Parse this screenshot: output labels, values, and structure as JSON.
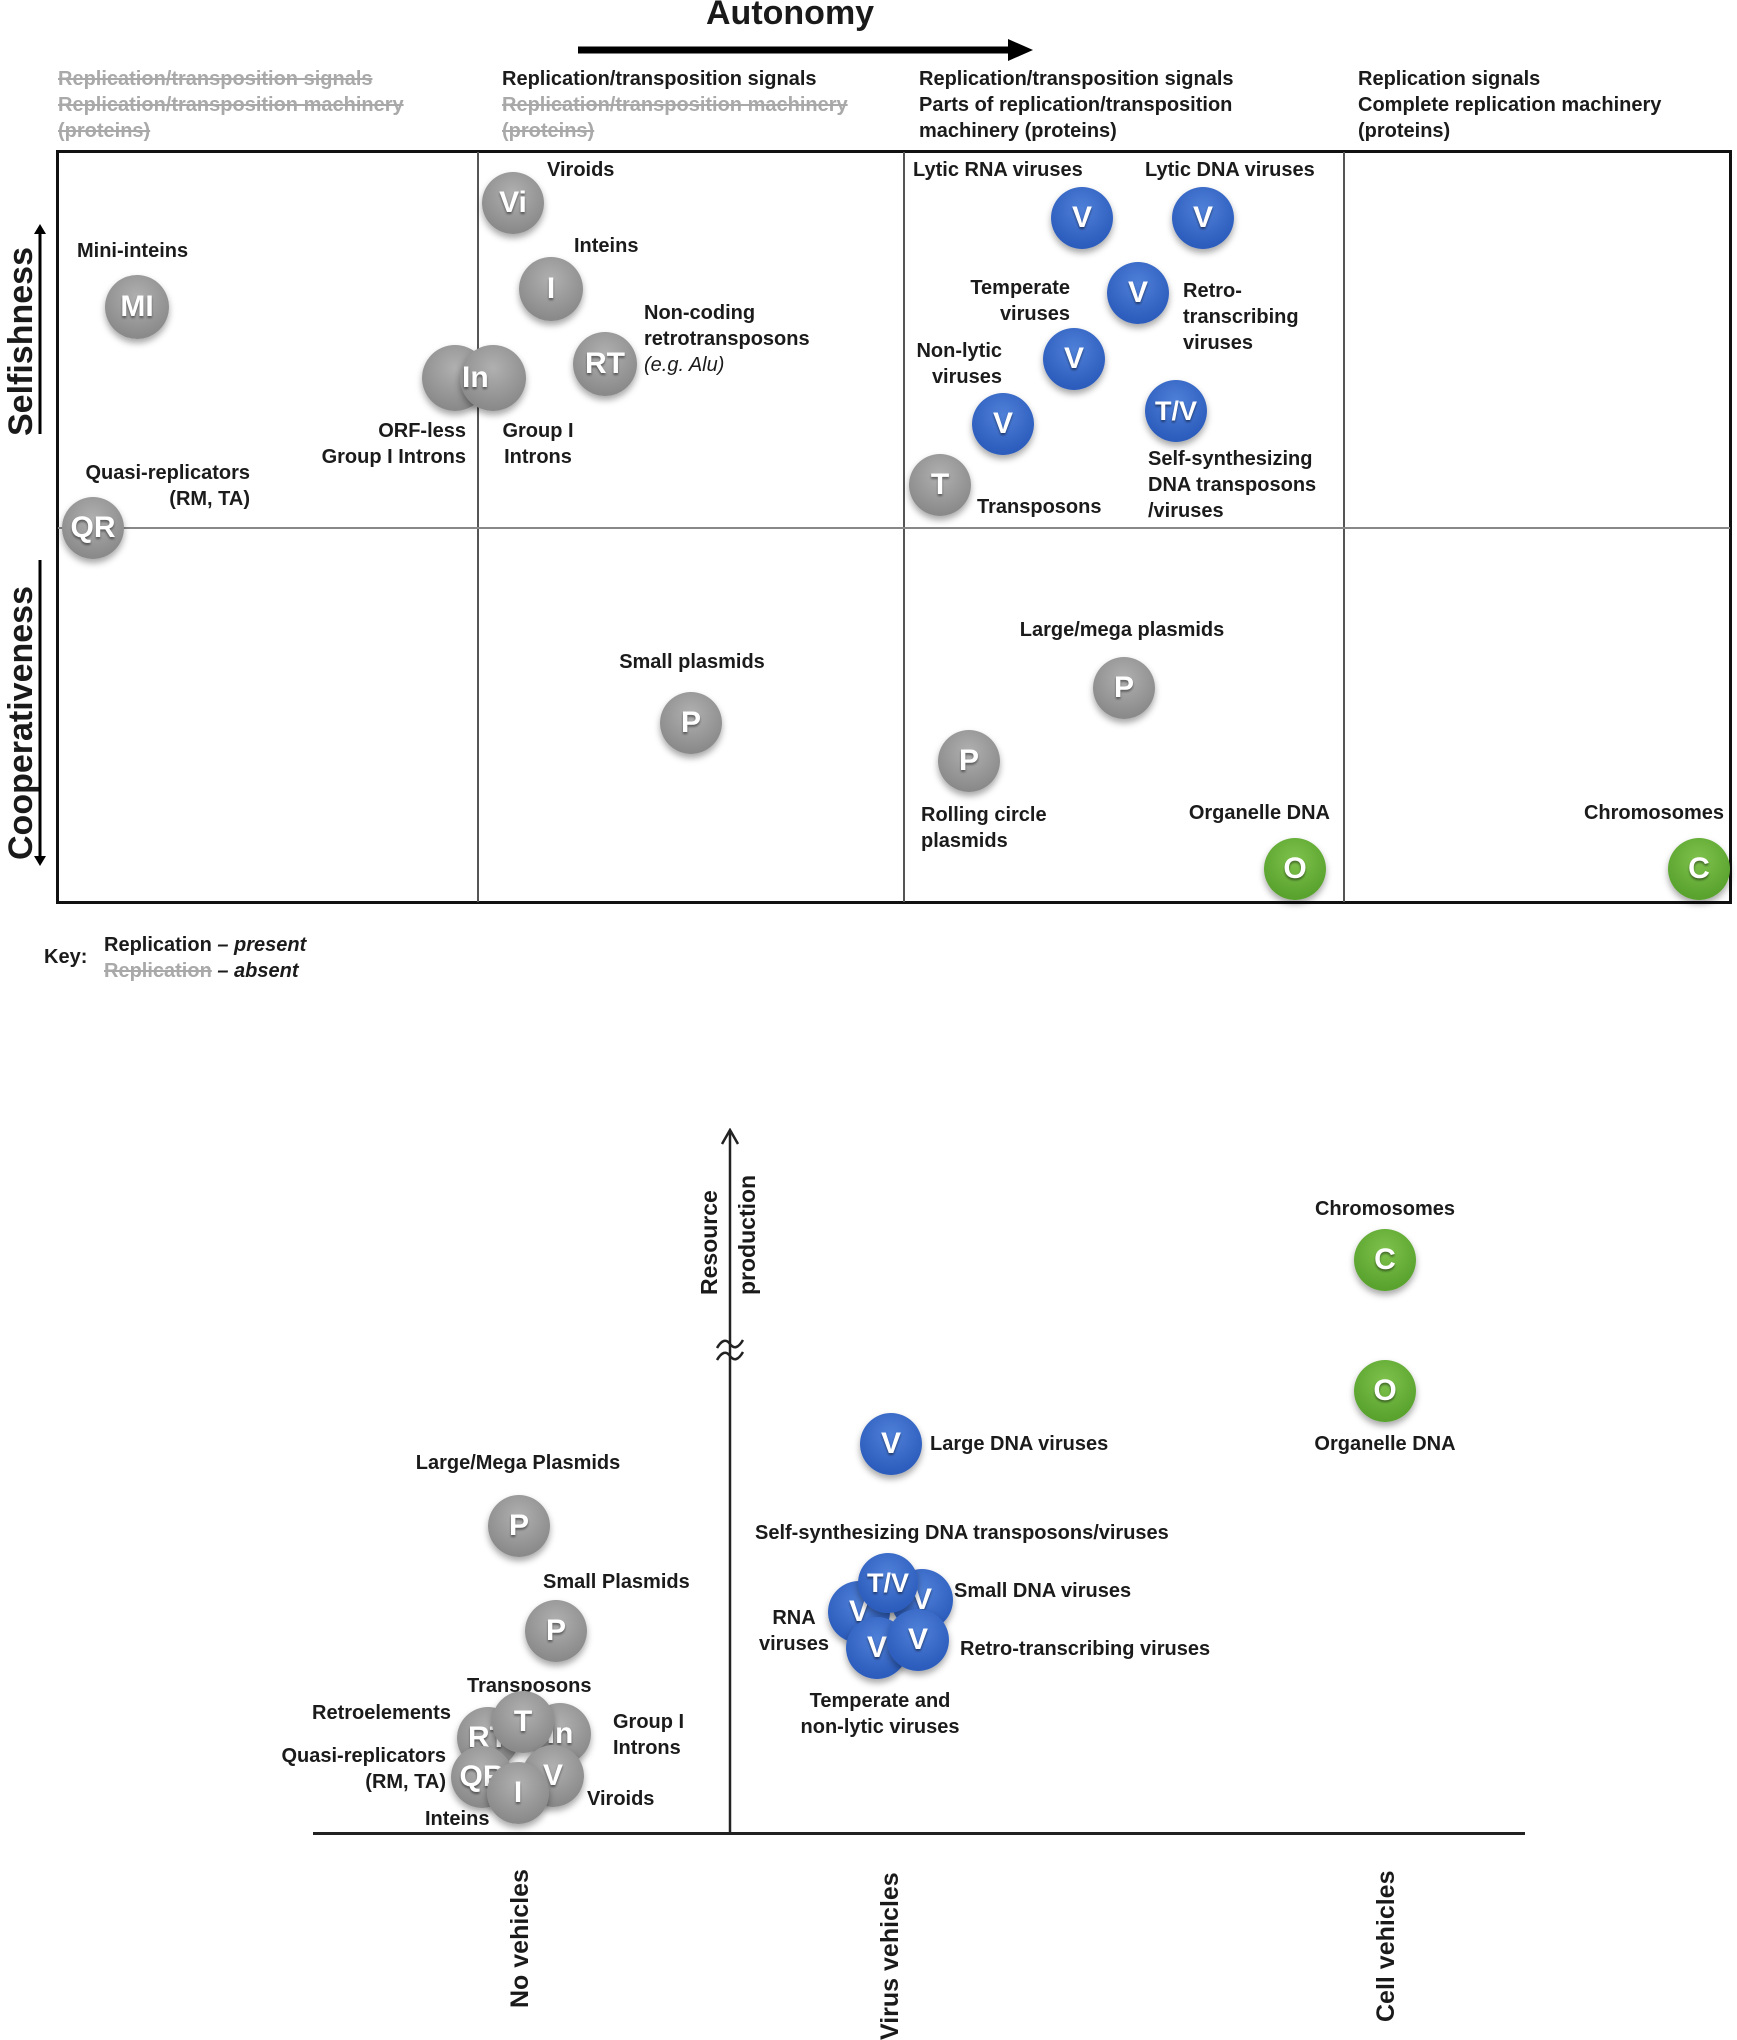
{
  "top_panel": {
    "autonomy_label": "Autonomy",
    "y_axis_up": "Selfishness",
    "y_axis_down": "Cooperativeness",
    "columns": [
      {
        "lines": [
          {
            "text": "Replication/transposition signals",
            "present": false
          },
          {
            "text": "Replication/transposition machinery",
            "present": false
          },
          {
            "text": "(proteins)",
            "present": false
          }
        ]
      },
      {
        "lines": [
          {
            "text": "Replication/transposition signals",
            "present": true
          },
          {
            "text": "Replication/transposition machinery",
            "present": false
          },
          {
            "text": "(proteins)",
            "present": false
          }
        ]
      },
      {
        "lines": [
          {
            "text": "Replication/transposition signals",
            "present": true
          },
          {
            "text": "Parts of replication/transposition",
            "present": true
          },
          {
            "text": "machinery (proteins)",
            "present": true
          }
        ]
      },
      {
        "lines": [
          {
            "text": "Replication signals",
            "present": true
          },
          {
            "text": "Complete replication machinery",
            "present": true
          },
          {
            "text": "(proteins)",
            "present": true
          }
        ]
      }
    ],
    "nodes": [
      {
        "symbol": "MI",
        "color": "grey",
        "label": "Mini-inteins"
      },
      {
        "symbol": "QR",
        "color": "grey",
        "label": "Quasi-replicators",
        "label2": "(RM, TA)"
      },
      {
        "symbol": "In",
        "color": "grey",
        "label_left": "ORF-less",
        "label_left2": "Group I Introns",
        "label_right": "Group I",
        "label_right2": "Introns"
      },
      {
        "symbol": "Vi",
        "color": "grey",
        "label": "Viroids"
      },
      {
        "symbol": "I",
        "color": "grey",
        "label": "Inteins"
      },
      {
        "symbol": "RT",
        "color": "grey",
        "label": "Non-coding",
        "label2": "retrotransposons",
        "label3": "(e.g. Alu)"
      },
      {
        "symbol": "V",
        "color": "blue",
        "label": "Lytic RNA viruses"
      },
      {
        "symbol": "V",
        "color": "blue",
        "label": "Lytic DNA viruses"
      },
      {
        "symbol": "V",
        "color": "blue",
        "label": "Retro-",
        "label2": "transcribing",
        "label3": "viruses"
      },
      {
        "symbol": "V",
        "color": "blue",
        "label": "Temperate",
        "label2": "viruses"
      },
      {
        "symbol": "V",
        "color": "blue",
        "label": "Non-lytic",
        "label2": "viruses"
      },
      {
        "symbol": "T/V",
        "color": "blue",
        "label": "Self-synthesizing",
        "label2": "DNA transposons",
        "label3": "/viruses"
      },
      {
        "symbol": "T",
        "color": "grey",
        "label": "Transposons"
      },
      {
        "symbol": "P",
        "color": "grey",
        "label": "Small plasmids"
      },
      {
        "symbol": "P",
        "color": "grey",
        "label": "Large/mega plasmids"
      },
      {
        "symbol": "P",
        "color": "grey",
        "label": "Rolling circle",
        "label2": "plasmids"
      },
      {
        "symbol": "O",
        "color": "green",
        "label": "Organelle DNA"
      },
      {
        "symbol": "C",
        "color": "green",
        "label": "Chromosomes"
      }
    ],
    "key": {
      "title": "Key:",
      "present_word": "Replication",
      "present_suffix": "– present",
      "absent_word": "Replication",
      "absent_suffix": "– absent"
    }
  },
  "bottom_panel": {
    "y_axis_label_1": "Resource",
    "y_axis_label_2": "production",
    "x_categories": [
      "No vehicles",
      "Virus vehicles",
      "Cell vehicles"
    ],
    "labels": {
      "large_mega_plasmids": "Large/Mega Plasmids",
      "small_plasmids": "Small Plasmids",
      "transposons": "Transposons",
      "retroelements": "Retroelements",
      "group1_introns_1": "Group I",
      "group1_introns_2": "Introns",
      "quasi_1": "Quasi-replicators",
      "quasi_2": "(RM, TA)",
      "viroids": "Viroids",
      "inteins": "Inteins",
      "large_dna_viruses": "Large DNA viruses",
      "self_synth": "Self-synthesizing DNA transposons/viruses",
      "small_dna_viruses": "Small DNA viruses",
      "rna_viruses_1": "RNA",
      "rna_viruses_2": "viruses",
      "retro_viruses": "Retro-transcribing viruses",
      "temperate_1": "Temperate  and",
      "temperate_2": "non-lytic viruses",
      "chromosomes": "Chromosomes",
      "organelle_dna": "Organelle DNA"
    },
    "symbols": {
      "P": "P",
      "T": "T",
      "RT": "RT",
      "In": "In",
      "QR": "QR",
      "I": "I",
      "V": "V",
      "TV": "T/V",
      "C": "C",
      "O": "O"
    }
  },
  "colors": {
    "grey_node": "#9a9a9a",
    "blue_node": "#3366c8",
    "green_node": "#66b03a",
    "absent_text": "#a9a9a9"
  }
}
